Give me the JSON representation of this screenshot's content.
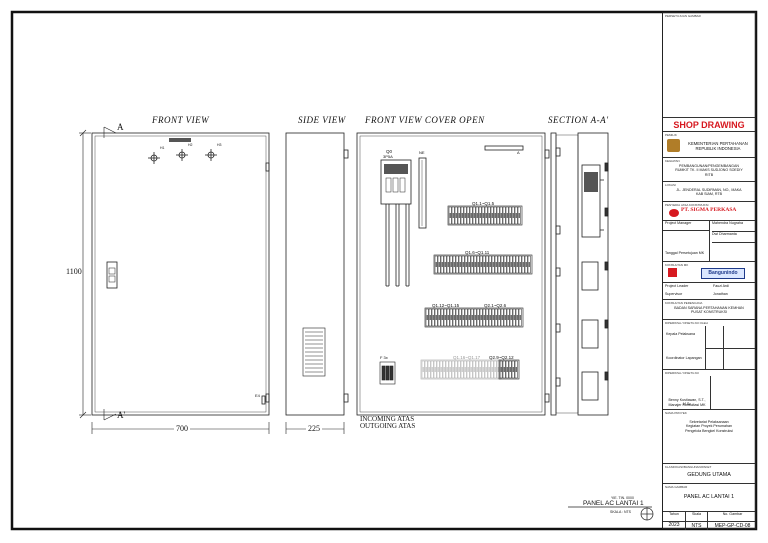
{
  "views": {
    "front": "FRONT VIEW",
    "side": "SIDE VIEW",
    "front_open": "FRONT VIEW COVER OPEN",
    "section": "SECTION A-A'"
  },
  "dimensions": {
    "height": "1100",
    "width": "700",
    "depth": "225"
  },
  "section_marks": {
    "top": "A",
    "bottom": "A'",
    "small": "A"
  },
  "components": {
    "q0": "Q0",
    "q0_rating": "3P5A",
    "ne": "NE",
    "g1": "Q1.1~Q1.5",
    "g2": "Q1.6~Q1.11",
    "g3": "Q1.12~Q1.15",
    "g4": "Q2.1~Q2.6",
    "g5": "Q1.16~Q1.17",
    "g6": "Q2.9~Q2.12",
    "f": "F 3x",
    "e4": "E4",
    "h1": "H1",
    "h2": "H2",
    "h3": "H3"
  },
  "cable_note": {
    "line1": "INCOMING ATAS",
    "line2": "OUTGOING ATAS"
  },
  "drawing_ref": {
    "top": "YIE. TIN. 0000",
    "title": "PANEL AC LANTAI 1",
    "scale": "SKALA : NTS"
  },
  "title_block": {
    "top_label": "PERSETUJUAN GAMBAR",
    "headline": "SHOP DRAWING",
    "owner_label": "PEMILIK",
    "owner_line1": "KEMENTERIAN PERTAHANAN",
    "owner_line2": "REPUBLIK INDONESIA",
    "project_label": "KEGIATAN",
    "project_line1": "PEMBANGUNAN/PENGEMBANGAN",
    "project_line2": "RUMKIT TK. II MAKS SUDJONO SOEDIY",
    "project_line3": "RITB",
    "location_label": "LOKASI",
    "location_line1": "JL. JENDERAL SUDIRMAN, NO., MAKA",
    "location_line2": "KAB SIAM, RTB",
    "contractor_label": "PENYEDIA JASA KONSTRUKSI",
    "contractor_name": "PT. SIGMA PERKASA",
    "pm_label": "Project Manager",
    "pm_value": "Mahendra Nugraha",
    "site_value": "Dwi Dharmanta",
    "tgl_label": "Tanggal Persetujuan MK",
    "consultant_label": "KONSULTAN MK",
    "consultant_name": "Bangunindo",
    "pm2_label": "Project Leader",
    "pm2_value": "Fauzi Ardi",
    "spv_label": "Supervisor",
    "spv_value": "Jonathan",
    "engineer_label": "KONSULTAN PERENCANA",
    "engineer_line1": "BADAN SARANA PERTAHANAN KEMHAN",
    "engineer_line2": "PUSAT KONSTRUKSI",
    "approve_label": "DIPERIKSA / DISETUJUI OLEH",
    "approver1_role": "Kepala Pelaksana",
    "approver2_role": "Koordinator Lapangan",
    "sign_label": "DIPERIKSA / DISETUJUI",
    "bottom_label": "NAMA PROYEK",
    "bottom_line1": "Sekretariat Pelaksanaan",
    "bottom_line2": "Kegiatan Proyek Perumahan",
    "bottom_line3": "Pengelola Bengkel Konstruksi",
    "sign_name": "Benny Kustiawan, S.T., M.Sc",
    "sign_role": "Manajer Konsultasi MK",
    "pkg_label": "KLASIFIKASI/BANGUNAN/PAKET",
    "building": "GEDUNG UTAMA",
    "drawing_label": "NAMA GAMBAR",
    "drawing_name": "PANEL AC LANTAI 1",
    "col_year": "Tahun",
    "col_scale": "Skala",
    "col_no": "No. Gambar",
    "year": "2023",
    "scale_val": "NTS",
    "drawing_no": "MEP-GP-CD-08"
  }
}
